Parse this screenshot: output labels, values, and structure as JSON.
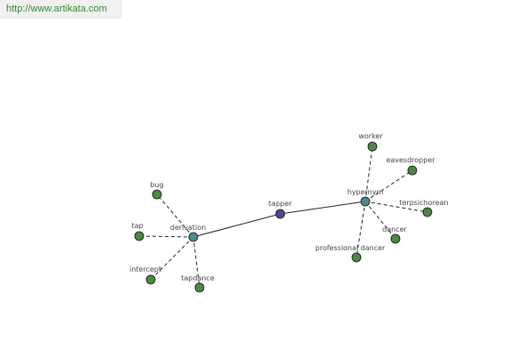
{
  "header": {
    "url": "http://www.artikata.com"
  },
  "graph": {
    "center": "tapper",
    "hubs": {
      "derivation": "derivation",
      "hypernym": "hypernym"
    },
    "derivation_terms": [
      "bug",
      "tap",
      "intercept",
      "tapdance"
    ],
    "hypernym_terms": [
      "worker",
      "eavesdropper",
      "terpsichorean",
      "dancer",
      "professional dancer"
    ]
  },
  "colors": {
    "url_text": "#2e8b2e",
    "url_bg": "#f0f0f0",
    "center_node": "#4a4a8e",
    "hub_node": "#4a8a90",
    "leaf_node": "#4a8a44",
    "edge": "#222222",
    "label": "#444444"
  }
}
